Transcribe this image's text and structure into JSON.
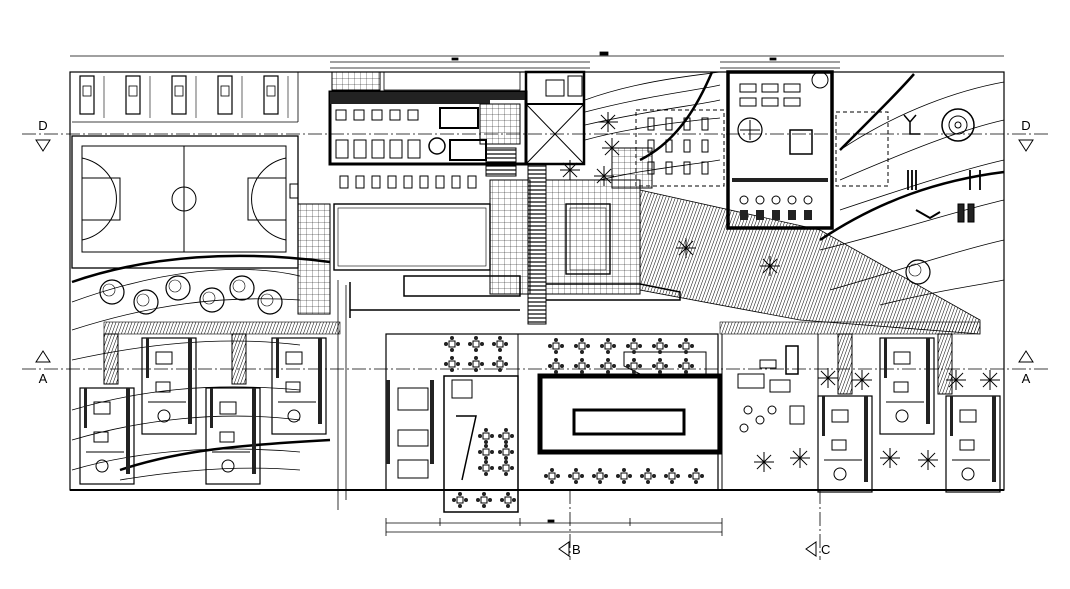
{
  "drawing": {
    "sections": [
      {
        "id": "D",
        "label": "D"
      },
      {
        "id": "A",
        "label": "A"
      },
      {
        "id": "B",
        "label": "B"
      },
      {
        "id": "C",
        "label": "C"
      }
    ],
    "parking_spaces": 5,
    "colors": {
      "ink": "#000000",
      "paper": "#ffffff",
      "fill": "#222222"
    }
  }
}
